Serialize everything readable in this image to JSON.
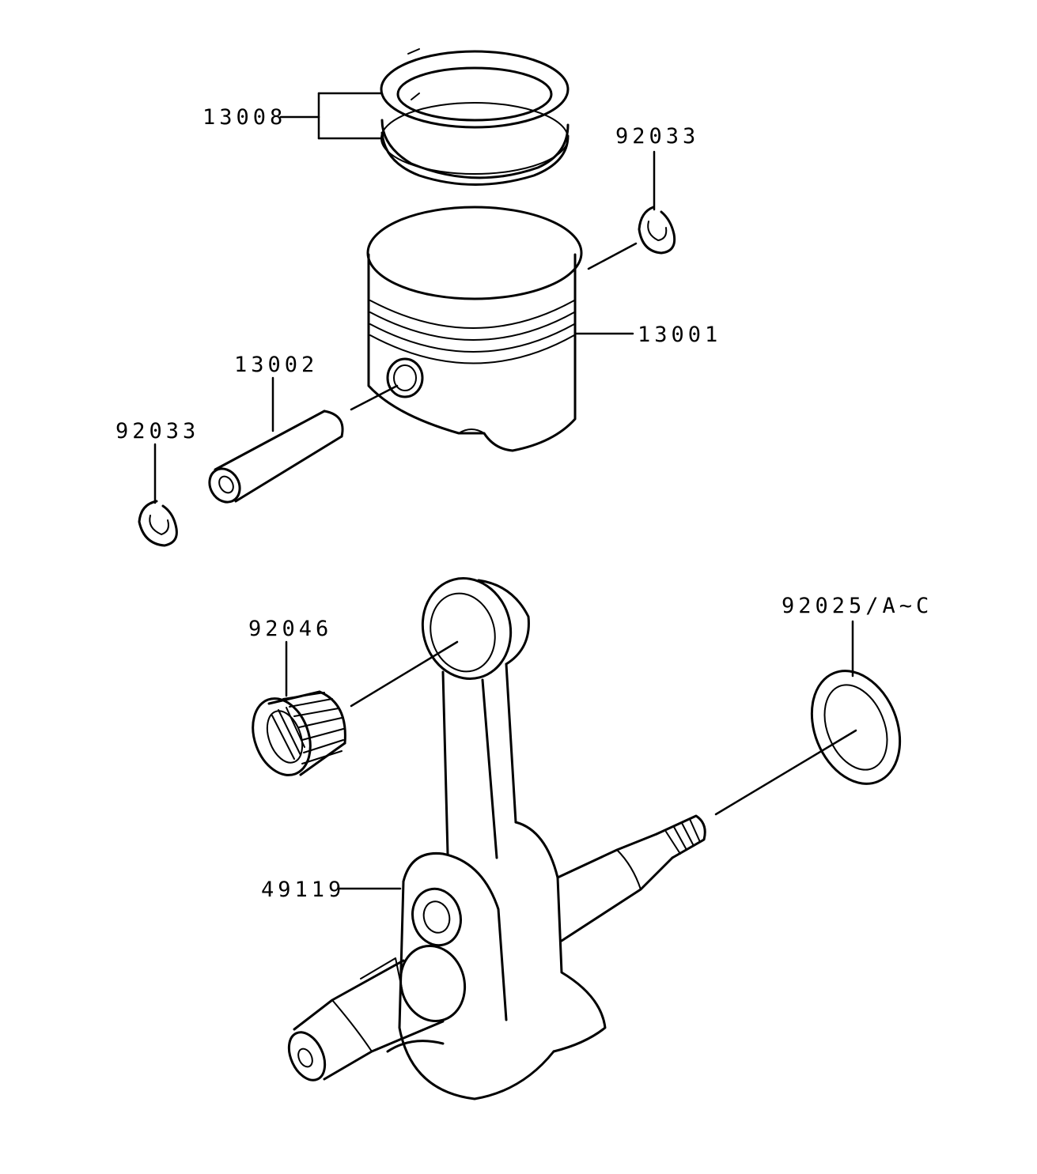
{
  "diagram": {
    "type": "exploded parts diagram",
    "callouts": [
      {
        "id": "piston-rings",
        "label": "13008"
      },
      {
        "id": "piston",
        "label": "13001"
      },
      {
        "id": "piston-pin",
        "label": "13002"
      },
      {
        "id": "circlip-right",
        "label": "92033"
      },
      {
        "id": "circlip-left",
        "label": "92033"
      },
      {
        "id": "needle-bearing",
        "label": "92046"
      },
      {
        "id": "shim-washer",
        "label": "92025/A~C"
      },
      {
        "id": "crankshaft",
        "label": "49119"
      }
    ]
  },
  "colors": {
    "line": "#000000",
    "background": "#ffffff"
  }
}
